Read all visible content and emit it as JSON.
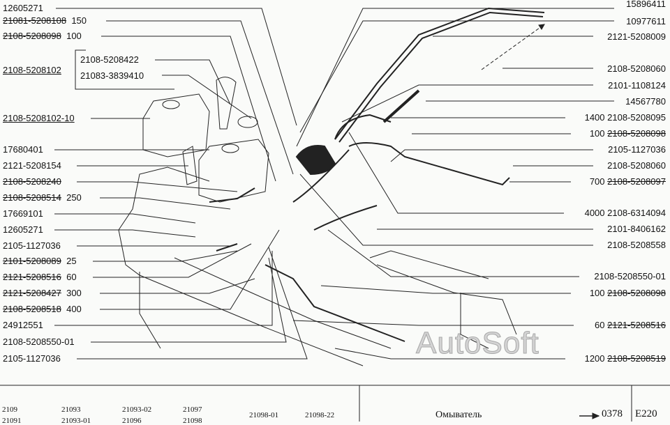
{
  "left_labels": [
    {
      "part": "12605271",
      "qty": ""
    },
    {
      "part": "21081-5208108",
      "qty": "150"
    },
    {
      "part": "2108-5208098",
      "qty": "100"
    },
    {
      "part": "2108-5208102",
      "qty": ""
    },
    {
      "part": "2108-5208422",
      "qty": ""
    },
    {
      "part": "21083-3839410",
      "qty": ""
    },
    {
      "part": "2108-5208102-10",
      "qty": ""
    },
    {
      "part": "17680401",
      "qty": ""
    },
    {
      "part": "2121-5208154",
      "qty": ""
    },
    {
      "part": "2108-5208240",
      "qty": ""
    },
    {
      "part": "2108-5208514",
      "qty": "250"
    },
    {
      "part": "17669101",
      "qty": ""
    },
    {
      "part": "12605271",
      "qty": ""
    },
    {
      "part": "2105-1127036",
      "qty": ""
    },
    {
      "part": "2101-5208089",
      "qty": "25"
    },
    {
      "part": "2121-5208516",
      "qty": "60"
    },
    {
      "part": "2121-5208427",
      "qty": "300"
    },
    {
      "part": "2108-5208518",
      "qty": "400"
    },
    {
      "part": "24912551",
      "qty": ""
    },
    {
      "part": "2108-5208550-01",
      "qty": ""
    },
    {
      "part": "2105-1127036",
      "qty": ""
    }
  ],
  "right_labels": [
    {
      "qty": "",
      "part": "15896411"
    },
    {
      "qty": "",
      "part": "10977611"
    },
    {
      "qty": "",
      "part": "2121-5208009"
    },
    {
      "qty": "",
      "part": "2108-5208060"
    },
    {
      "qty": "",
      "part": "2101-1108124"
    },
    {
      "qty": "",
      "part": "14567780"
    },
    {
      "qty": "1400",
      "part": "2108-5208095"
    },
    {
      "qty": "100",
      "part": "2108-5208098"
    },
    {
      "qty": "",
      "part": "2105-1127036"
    },
    {
      "qty": "",
      "part": "2108-5208060"
    },
    {
      "qty": "700",
      "part": "2108-5208097"
    },
    {
      "qty": "4000",
      "part": "2108-6314094"
    },
    {
      "qty": "",
      "part": "2101-8406162"
    },
    {
      "qty": "",
      "part": "2108-5208558"
    },
    {
      "qty": "",
      "part": "2108-5208550-01"
    },
    {
      "qty": "100",
      "part": "2108-5208098"
    },
    {
      "qty": "60",
      "part": "2121-5208516"
    },
    {
      "qty": "1200",
      "part": "2108-5208519"
    }
  ],
  "footer": {
    "models": [
      "2109",
      "21093",
      "21093-02",
      "21097",
      "21098-01",
      "21098-22",
      "21091",
      "21093-01",
      "21096",
      "21098"
    ],
    "title": "Омыватель",
    "ref": "0378",
    "code": "E220"
  },
  "watermark": "AutoSoft"
}
